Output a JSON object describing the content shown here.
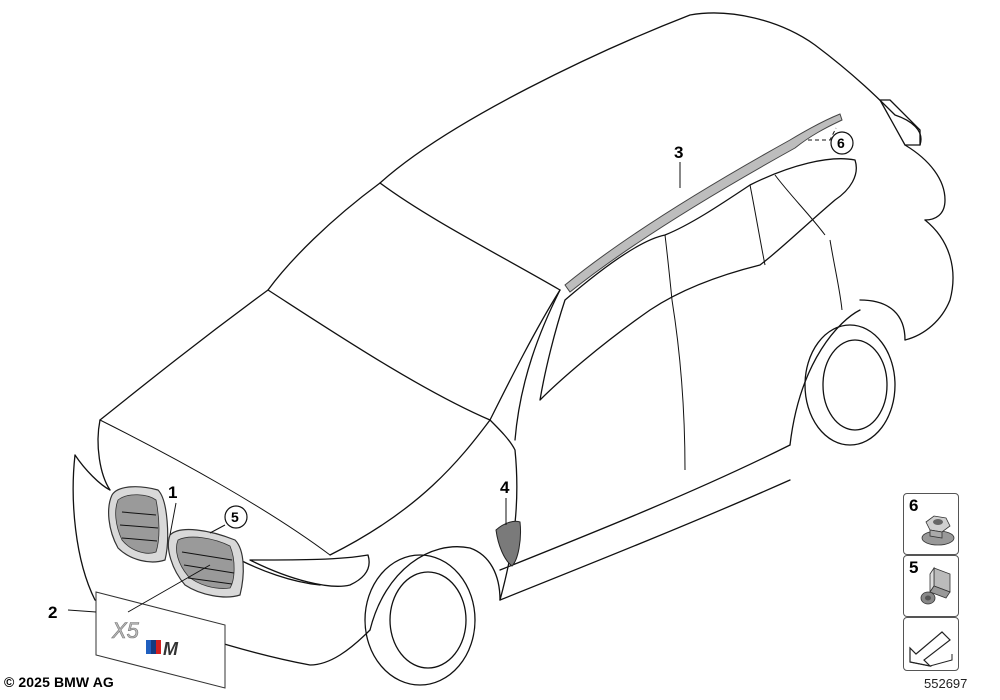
{
  "callouts": {
    "c1": "1",
    "c2": "2",
    "c3": "3",
    "c4": "4",
    "c5": "5",
    "c6": "6"
  },
  "emblem": {
    "model_text": "X5",
    "m_text": "M"
  },
  "legend": [
    {
      "number": "6",
      "part": "nut-icon"
    },
    {
      "number": "5",
      "part": "clip-icon"
    },
    {
      "number": "",
      "part": "direction-arrow-icon"
    }
  ],
  "footer": {
    "copyright": "© 2025 BMW AG",
    "doc_number": "552697"
  }
}
